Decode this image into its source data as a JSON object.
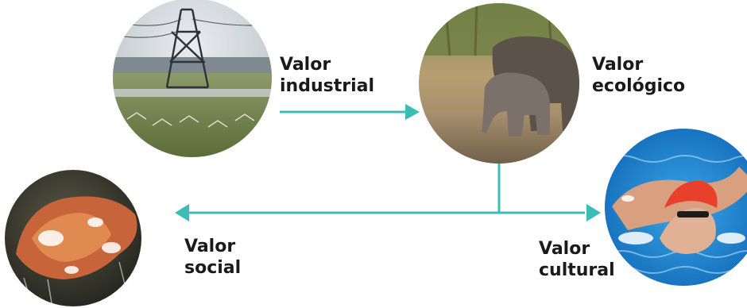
{
  "labels": {
    "industrial": {
      "line1": "Valor",
      "line2": "industrial"
    },
    "ecologico": {
      "line1": "Valor",
      "line2": "ecológico"
    },
    "social": {
      "line1": "Valor",
      "line2": "social"
    },
    "cultural": {
      "line1": "Valor",
      "line2": "cultural"
    }
  },
  "colors": {
    "arrow": "#3bbcb4",
    "text": "#1a1a1a"
  },
  "photos": {
    "industrial": "power-lines-irrigation-photo",
    "ecologico": "elephants-waterhole-photo",
    "social": "hand-washing-photo",
    "cultural": "swimmer-photo"
  }
}
